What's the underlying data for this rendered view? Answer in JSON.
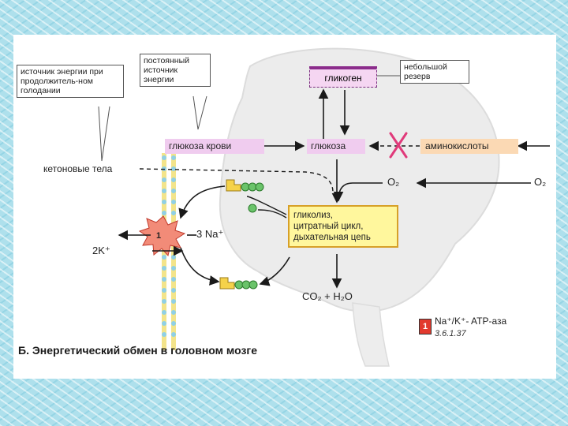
{
  "callouts": {
    "fasting_source": "источник энергии при продолжитель-ном голодании",
    "constant_source": "постоянный источник энергии",
    "small_reserve": "небольшой резерв"
  },
  "nodes": {
    "glycogen": "гликоген",
    "blood_glucose": "глюкоза крови",
    "glucose": "глюкоза",
    "amino_acids": "аминокислоты",
    "ketone_bodies": "кетоновые тела",
    "o2_inner": "O₂",
    "o2_outer": "O₂",
    "metabolism_lines": [
      "гликолиз,",
      "цитратный цикл,",
      "дыхательная цепь"
    ],
    "co2_h2o": "CO₂ + H₂O",
    "na_ions": "3 Na⁺",
    "k_ions": "2K⁺",
    "pump_number": "1"
  },
  "legend": {
    "number": "1",
    "label": "Na⁺/K⁺- ATP-аза",
    "reference": "3.6.1.37"
  },
  "caption": "Б. Энергетический обмен в головном мозге",
  "colors": {
    "pink": "#f0ccef",
    "orange": "#fbd9b4",
    "yellow": "#fff79d",
    "inhibit_x": "#e03a7a",
    "pump": "#f07a6a"
  }
}
